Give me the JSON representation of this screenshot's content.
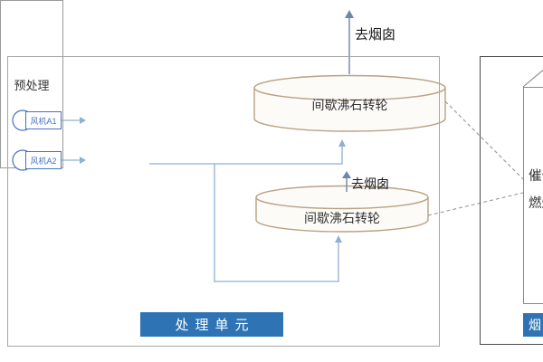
{
  "main_unit": {
    "label": "处理单元",
    "pretreatment_label": "预处理",
    "fans": [
      {
        "label": "风机A1"
      },
      {
        "label": "风机A2"
      }
    ],
    "drums": [
      {
        "label": "间歇沸石转轮"
      },
      {
        "label": "间歇沸石转轮"
      }
    ],
    "chimney_labels": [
      {
        "label": "去烟囱"
      },
      {
        "label": "去烟囱"
      }
    ]
  },
  "right_unit": {
    "inner_label": "催化燃烧",
    "bottom_label_partial": "烟"
  },
  "colors": {
    "accent_blue": "#2E74B5",
    "fan_blue": "#4472C4",
    "connector_line": "#8FAFD4",
    "chimney_arrow": "#6C87A8",
    "drum_stroke": "#B9A284",
    "dashed_line": "#999999",
    "main_box_border": "#A6A6A6",
    "right_box_border": "#4A4A4A"
  }
}
